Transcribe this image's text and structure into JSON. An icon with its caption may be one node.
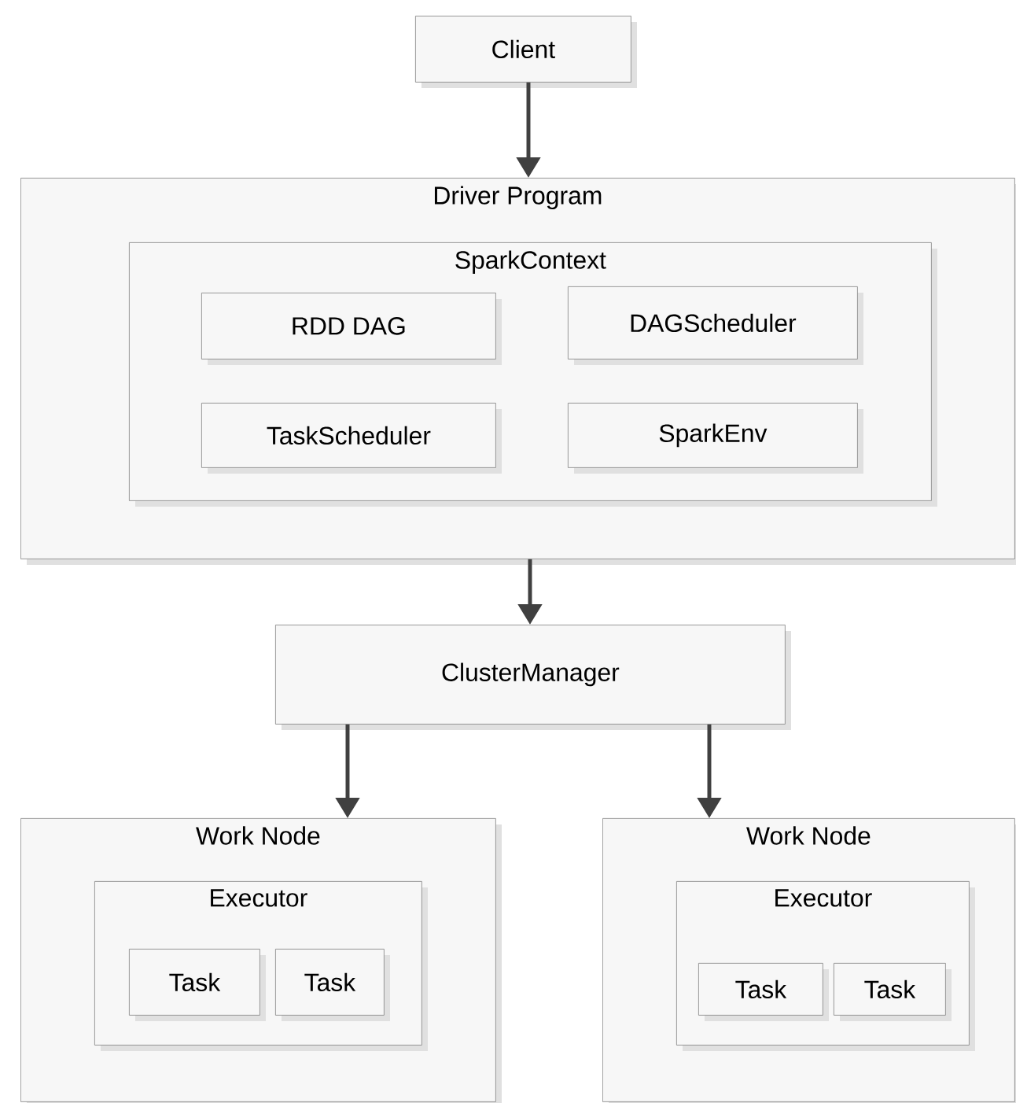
{
  "diagram": {
    "nodes": [
      {
        "text": [
          "Client"
        ]
      },
      {
        "text": [
          "Driver Program"
        ]
      },
      {
        "text": [
          "SparkContext"
        ],
        "in": 1
      },
      {
        "text": [
          "RDD DAG"
        ],
        "in": 2
      },
      {
        "text": [
          "DAGScheduler"
        ],
        "in": 2
      },
      {
        "text": [
          "TaskScheduler"
        ],
        "in": 2
      },
      {
        "text": [
          "SparkEnv"
        ],
        "in": 2
      },
      {
        "text": [
          "ClusterManager"
        ]
      },
      {
        "text": [
          "Work Node"
        ]
      },
      {
        "text": [
          "Executor"
        ],
        "in": 8
      },
      {
        "text": [
          "Task"
        ],
        "in": 9
      },
      {
        "text": [
          "Task"
        ],
        "in": 9
      },
      {
        "text": [
          "Work Node"
        ]
      },
      {
        "text": [
          "Executor"
        ],
        "in": 12
      },
      {
        "text": [
          "Task"
        ],
        "in": 13
      },
      {
        "text": [
          "Task"
        ],
        "in": 13
      }
    ],
    "edges": [
      {
        "from": 0,
        "to": 1,
        "arrow": "to"
      },
      {
        "from": 1,
        "to": 7,
        "arrow": "to"
      },
      {
        "from": 7,
        "to": 8,
        "arrow": "to"
      },
      {
        "from": 7,
        "to": 12,
        "arrow": "to"
      }
    ]
  }
}
